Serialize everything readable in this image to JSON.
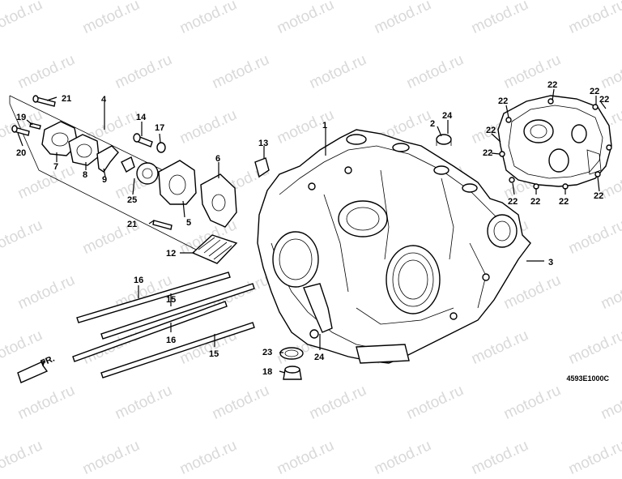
{
  "watermark": "motod.ru",
  "drawing_code": "4593E1000C",
  "front_label": "FR.",
  "callouts": [
    {
      "id": "c1",
      "text": "1"
    },
    {
      "id": "c2",
      "text": "2"
    },
    {
      "id": "c3",
      "text": "3"
    },
    {
      "id": "c4",
      "text": "4"
    },
    {
      "id": "c5",
      "text": "5"
    },
    {
      "id": "c6",
      "text": "6"
    },
    {
      "id": "c7",
      "text": "7"
    },
    {
      "id": "c8",
      "text": "8"
    },
    {
      "id": "c9",
      "text": "9"
    },
    {
      "id": "c12",
      "text": "12"
    },
    {
      "id": "c13",
      "text": "13"
    },
    {
      "id": "c14",
      "text": "14"
    },
    {
      "id": "c15a",
      "text": "15"
    },
    {
      "id": "c15b",
      "text": "15"
    },
    {
      "id": "c16a",
      "text": "16"
    },
    {
      "id": "c16b",
      "text": "16"
    },
    {
      "id": "c17",
      "text": "17"
    },
    {
      "id": "c18",
      "text": "18"
    },
    {
      "id": "c19",
      "text": "19"
    },
    {
      "id": "c20",
      "text": "20"
    },
    {
      "id": "c21a",
      "text": "21"
    },
    {
      "id": "c21b",
      "text": "21"
    },
    {
      "id": "c22a",
      "text": "22"
    },
    {
      "id": "c22b",
      "text": "22"
    },
    {
      "id": "c22c",
      "text": "22"
    },
    {
      "id": "c22d",
      "text": "22"
    },
    {
      "id": "c22e",
      "text": "22"
    },
    {
      "id": "c22f",
      "text": "22"
    },
    {
      "id": "c22g",
      "text": "22"
    },
    {
      "id": "c22h",
      "text": "22"
    },
    {
      "id": "c22i",
      "text": "22"
    },
    {
      "id": "c22j",
      "text": "22"
    },
    {
      "id": "c23",
      "text": "23"
    },
    {
      "id": "c24a",
      "text": "24"
    },
    {
      "id": "c24b",
      "text": "24"
    },
    {
      "id": "c25",
      "text": "25"
    }
  ]
}
